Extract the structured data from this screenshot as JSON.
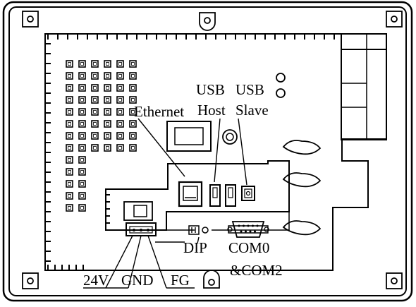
{
  "diagram": {
    "labels": {
      "usb_host_line1": "USB",
      "usb_host_line2": "Host",
      "usb_slave_line1": "USB",
      "usb_slave_line2": "Slave",
      "ethernet": "Ethernet",
      "dip": "DIP",
      "com_line1": "COM0",
      "com_line2": "&COM2",
      "v24": "24V",
      "gnd": "GND",
      "fg": "FG"
    },
    "vent_grid": {
      "rows": 13,
      "row_counts": [
        6,
        6,
        6,
        6,
        6,
        6,
        6,
        6,
        2,
        2,
        2,
        2,
        2
      ]
    }
  }
}
